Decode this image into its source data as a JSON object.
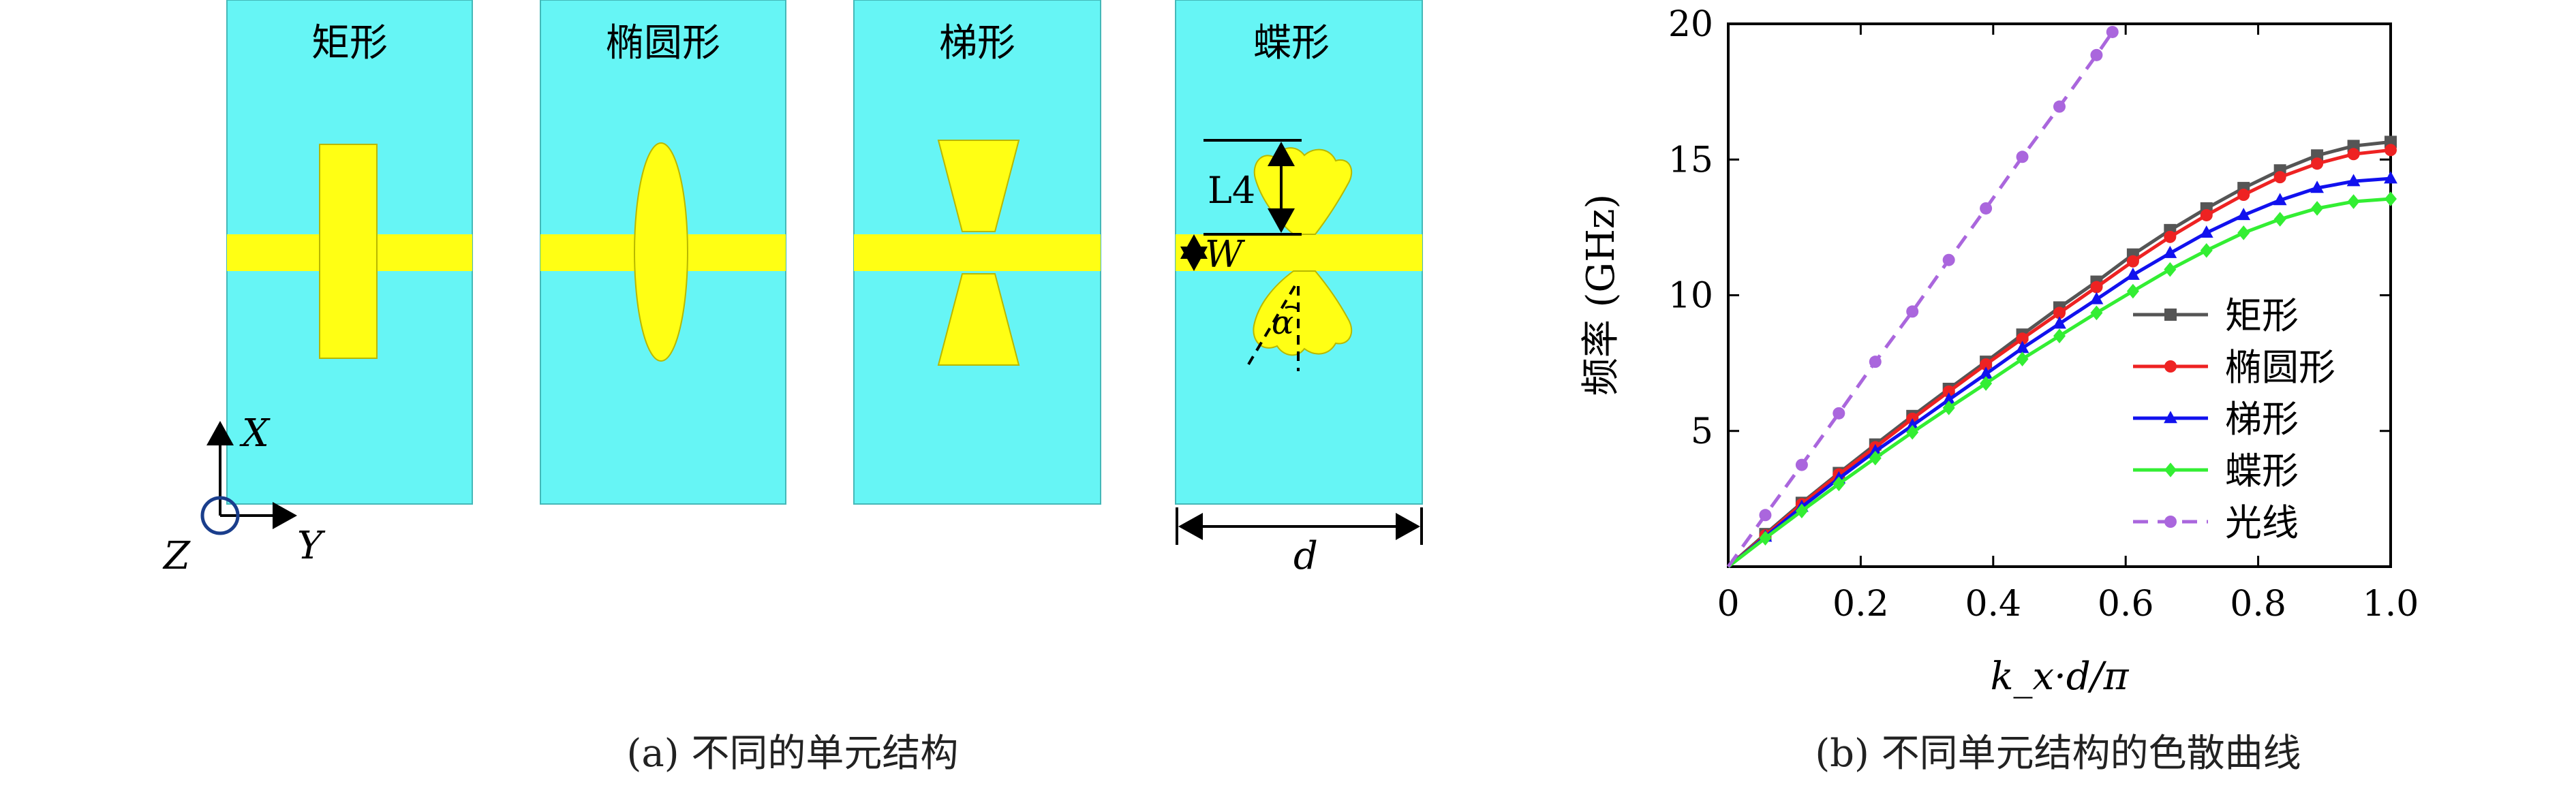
{
  "panel_a": {
    "cells": [
      {
        "label": "矩形",
        "shape": "rectangle"
      },
      {
        "label": "椭圆形",
        "shape": "ellipse"
      },
      {
        "label": "梯形",
        "shape": "trapezoid"
      },
      {
        "label": "蝶形",
        "shape": "butterfly"
      }
    ],
    "annotations": {
      "L4": "L4",
      "W": "W",
      "alpha": "α",
      "d": "d"
    },
    "axes": {
      "x": "X",
      "y": "Y",
      "z": "Z"
    },
    "caption": "(a) 不同的单元结构",
    "colors": {
      "substrate": "#66f5f5",
      "metal": "#ffff14",
      "metal_edge": "#c8c800"
    }
  },
  "panel_b": {
    "caption": "(b) 不同单元结构的色散曲线",
    "chart_data": {
      "type": "line",
      "title": "",
      "xlabel": "k_x·d/π",
      "ylabel": "频率 (GHz)",
      "xlim": [
        0,
        1.0
      ],
      "ylim": [
        0,
        20
      ],
      "xticks": [
        "0",
        "0.2",
        "0.4",
        "0.6",
        "0.8",
        "1.0"
      ],
      "yticks": [
        "5",
        "10",
        "15",
        "20"
      ],
      "legend": "right",
      "series": [
        {
          "name": "矩形",
          "color": "#555555",
          "marker": "square",
          "dash": false,
          "x": [
            0,
            0.056,
            0.111,
            0.167,
            0.222,
            0.278,
            0.333,
            0.389,
            0.444,
            0.5,
            0.556,
            0.611,
            0.667,
            0.722,
            0.778,
            0.833,
            0.889,
            0.944,
            1.0
          ],
          "y": [
            0,
            1.2,
            2.35,
            3.45,
            4.5,
            5.55,
            6.55,
            7.55,
            8.55,
            9.55,
            10.5,
            11.5,
            12.4,
            13.2,
            13.95,
            14.6,
            15.15,
            15.5,
            15.65
          ]
        },
        {
          "name": "椭圆形",
          "color": "#ee2222",
          "marker": "circle",
          "dash": false,
          "x": [
            0,
            0.056,
            0.111,
            0.167,
            0.222,
            0.278,
            0.333,
            0.389,
            0.444,
            0.5,
            0.556,
            0.611,
            0.667,
            0.722,
            0.778,
            0.833,
            0.889,
            0.944,
            1.0
          ],
          "y": [
            0,
            1.15,
            2.3,
            3.4,
            4.4,
            5.45,
            6.45,
            7.45,
            8.4,
            9.35,
            10.3,
            11.25,
            12.15,
            12.95,
            13.7,
            14.35,
            14.85,
            15.2,
            15.35
          ]
        },
        {
          "name": "梯形",
          "color": "#1111ee",
          "marker": "triangle",
          "dash": false,
          "x": [
            0,
            0.056,
            0.111,
            0.167,
            0.222,
            0.278,
            0.333,
            0.389,
            0.444,
            0.5,
            0.556,
            0.611,
            0.667,
            0.722,
            0.778,
            0.833,
            0.889,
            0.944,
            1.0
          ],
          "y": [
            0,
            1.1,
            2.2,
            3.25,
            4.25,
            5.2,
            6.15,
            7.1,
            8.05,
            8.95,
            9.85,
            10.75,
            11.55,
            12.3,
            12.95,
            13.5,
            13.95,
            14.2,
            14.3
          ]
        },
        {
          "name": "蝶形",
          "color": "#33ee33",
          "marker": "diamond",
          "dash": false,
          "x": [
            0,
            0.056,
            0.111,
            0.167,
            0.222,
            0.278,
            0.333,
            0.389,
            0.444,
            0.5,
            0.556,
            0.611,
            0.667,
            0.722,
            0.778,
            0.833,
            0.889,
            0.944,
            1.0
          ],
          "y": [
            0,
            1.05,
            2.05,
            3.05,
            4.0,
            4.95,
            5.85,
            6.75,
            7.65,
            8.5,
            9.35,
            10.15,
            10.95,
            11.65,
            12.3,
            12.8,
            13.2,
            13.45,
            13.55
          ]
        },
        {
          "name": "光线",
          "color": "#aa66dd",
          "marker": "circle",
          "dash": true,
          "x": [
            0,
            0.056,
            0.111,
            0.167,
            0.222,
            0.278,
            0.333,
            0.389,
            0.444,
            0.5,
            0.556,
            0.58
          ],
          "y": [
            0,
            1.9,
            3.75,
            5.65,
            7.55,
            9.4,
            11.3,
            13.2,
            15.1,
            16.95,
            18.85,
            19.7
          ]
        }
      ]
    }
  }
}
